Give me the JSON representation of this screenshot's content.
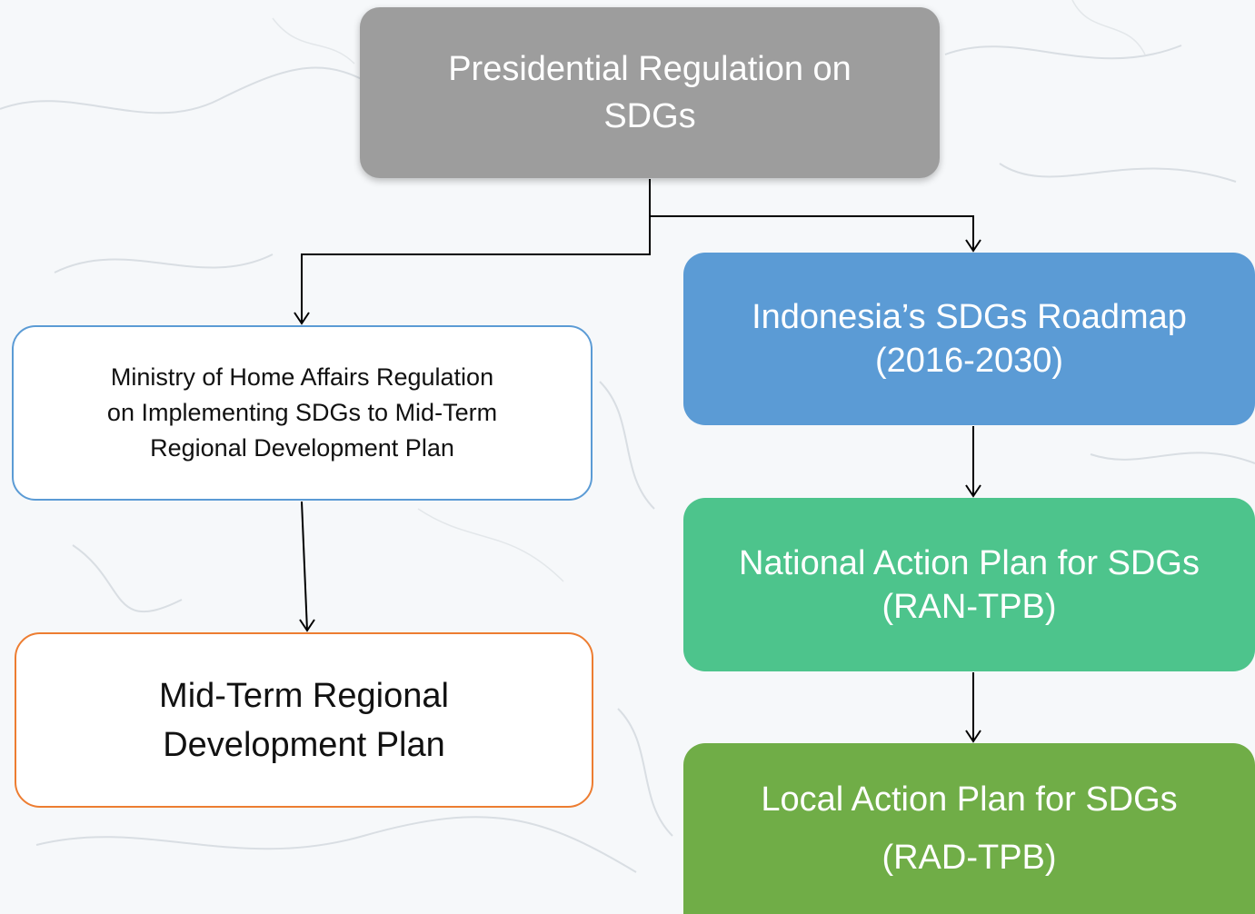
{
  "diagram": {
    "nodes": {
      "presidential": {
        "line1": "Presidential Regulation on",
        "line2": "SDGs"
      },
      "ministry": {
        "line1": "Ministry of Home Affairs Regulation",
        "line2": "on Implementing SDGs to Mid-Term",
        "line3": "Regional Development Plan"
      },
      "midterm": {
        "line1": "Mid-Term Regional",
        "line2": "Development Plan"
      },
      "roadmap": {
        "line1": "Indonesia’s SDGs Roadmap",
        "line2": "(2016-2030)"
      },
      "ran": {
        "line1": "National Action Plan for SDGs",
        "line2": "(RAN-TPB)"
      },
      "rad": {
        "line1": "Local Action Plan for SDGs",
        "line2": "(RAD-TPB)"
      }
    },
    "edges": [
      {
        "from": "presidential",
        "to": "ministry"
      },
      {
        "from": "presidential",
        "to": "roadmap"
      },
      {
        "from": "ministry",
        "to": "midterm"
      },
      {
        "from": "roadmap",
        "to": "ran"
      },
      {
        "from": "ran",
        "to": "rad"
      }
    ],
    "colors": {
      "presidential_fill": "#9d9d9d",
      "ministry_border": "#5b9bd5",
      "midterm_border": "#ed7d31",
      "roadmap_fill": "#5b9bd5",
      "ran_fill": "#4dc48c",
      "rad_fill": "#70ad47",
      "connector": "#000000"
    }
  }
}
